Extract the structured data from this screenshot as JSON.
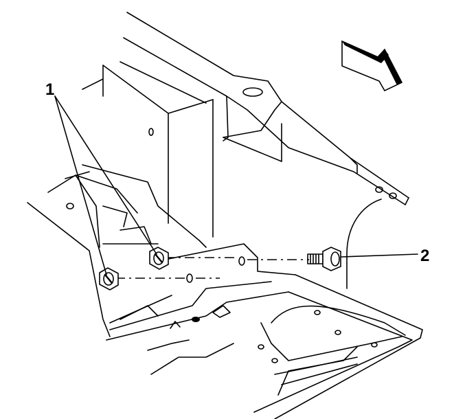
{
  "callouts": [
    {
      "id": "1",
      "label": "1"
    },
    {
      "id": "2",
      "label": "2"
    }
  ],
  "icons": {
    "direction": "arrow-forward-icon",
    "fastener_1": "nut-icon",
    "fastener_2": "bolt-icon"
  }
}
